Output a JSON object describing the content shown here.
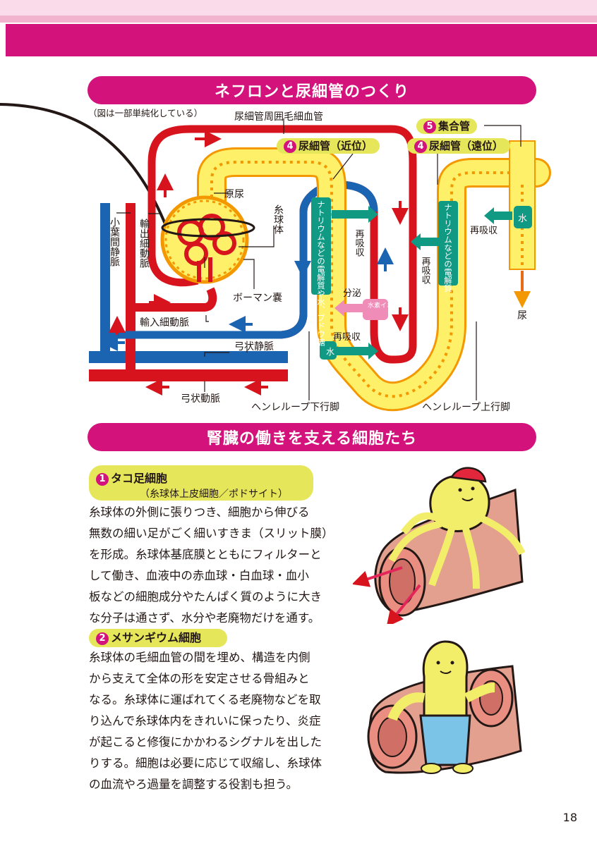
{
  "sections": {
    "nephron_title": "ネフロンと尿細管のつくり",
    "cells_title": "腎臓の働きを支える細胞たち"
  },
  "diagram": {
    "note": "（図は一部単純化している）",
    "labels": {
      "peritubular_capillary": "尿細管周囲毛細血管",
      "collecting_duct": "集合管",
      "proximal_tubule": "尿細管（近位）",
      "distal_tubule": "尿細管（遠位）",
      "primary_urine": "原尿",
      "glomerulus": "糸球体",
      "bowman_capsule": "ボーマン嚢",
      "interlobular_vein": "小葉間静脈",
      "efferent_arteriole": "輸出細動脈",
      "afferent_arteriole": "輸入細動脈",
      "arcuate_vein": "弓状静脈",
      "arcuate_artery": "弓状動脈",
      "descending_limb": "ヘンレループ下行脚",
      "ascending_limb": "ヘンレループ上行脚",
      "urine": "尿"
    },
    "proximal_substances": "ナトリウムなどの電解質や水、ブドウ糖",
    "distal_substances": "ナトリウムなどの電解質",
    "reabsorption": "再吸収",
    "secretion": "分泌",
    "hydrogen_ion": "水素イオン",
    "water": "水",
    "collecting_duct_number": "5",
    "proximal_number": "4",
    "distal_number": "4"
  },
  "cells": [
    {
      "number": "1",
      "title": "タコ足細胞",
      "subtitle": "（糸球体上皮細胞／ポドサイト）",
      "lines": [
        "糸球体の外側に張りつき、細胞から伸びる",
        "無数の細い足がごく細いすきま（スリット膜）",
        "を形成。糸球体基底膜とともにフィルターと",
        "して働き、血液中の赤血球・白血球・血小",
        "板などの細胞成分やたんぱく質のように大き",
        "な分子は通さず、水分や老廃物だけを通す。"
      ]
    },
    {
      "number": "2",
      "title": "メサンギウム細胞",
      "lines": [
        "糸球体の毛細血管の間を埋め、構造を内側",
        "から支えて全体の形を安定させる骨組みと",
        "なる。糸球体に運ばれてくる老廃物などを取",
        "り込んで糸球体内をきれいに保ったり、炎症",
        "が起こると修復にかかわるシグナルを出した",
        "りする。細胞は必要に応じて収縮し、糸球体",
        "の血流やろ過量を調整する役割も担う。"
      ]
    }
  ],
  "page_number": "18",
  "colors": {
    "magenta": "#d3127b",
    "artery_red": "#d7141d",
    "vein_blue": "#1b64b1",
    "tubule_yellow": "#fff06a",
    "tubule_orange": "#f39800",
    "teal": "#109a84",
    "pill_yellow": "#e6e65a"
  }
}
